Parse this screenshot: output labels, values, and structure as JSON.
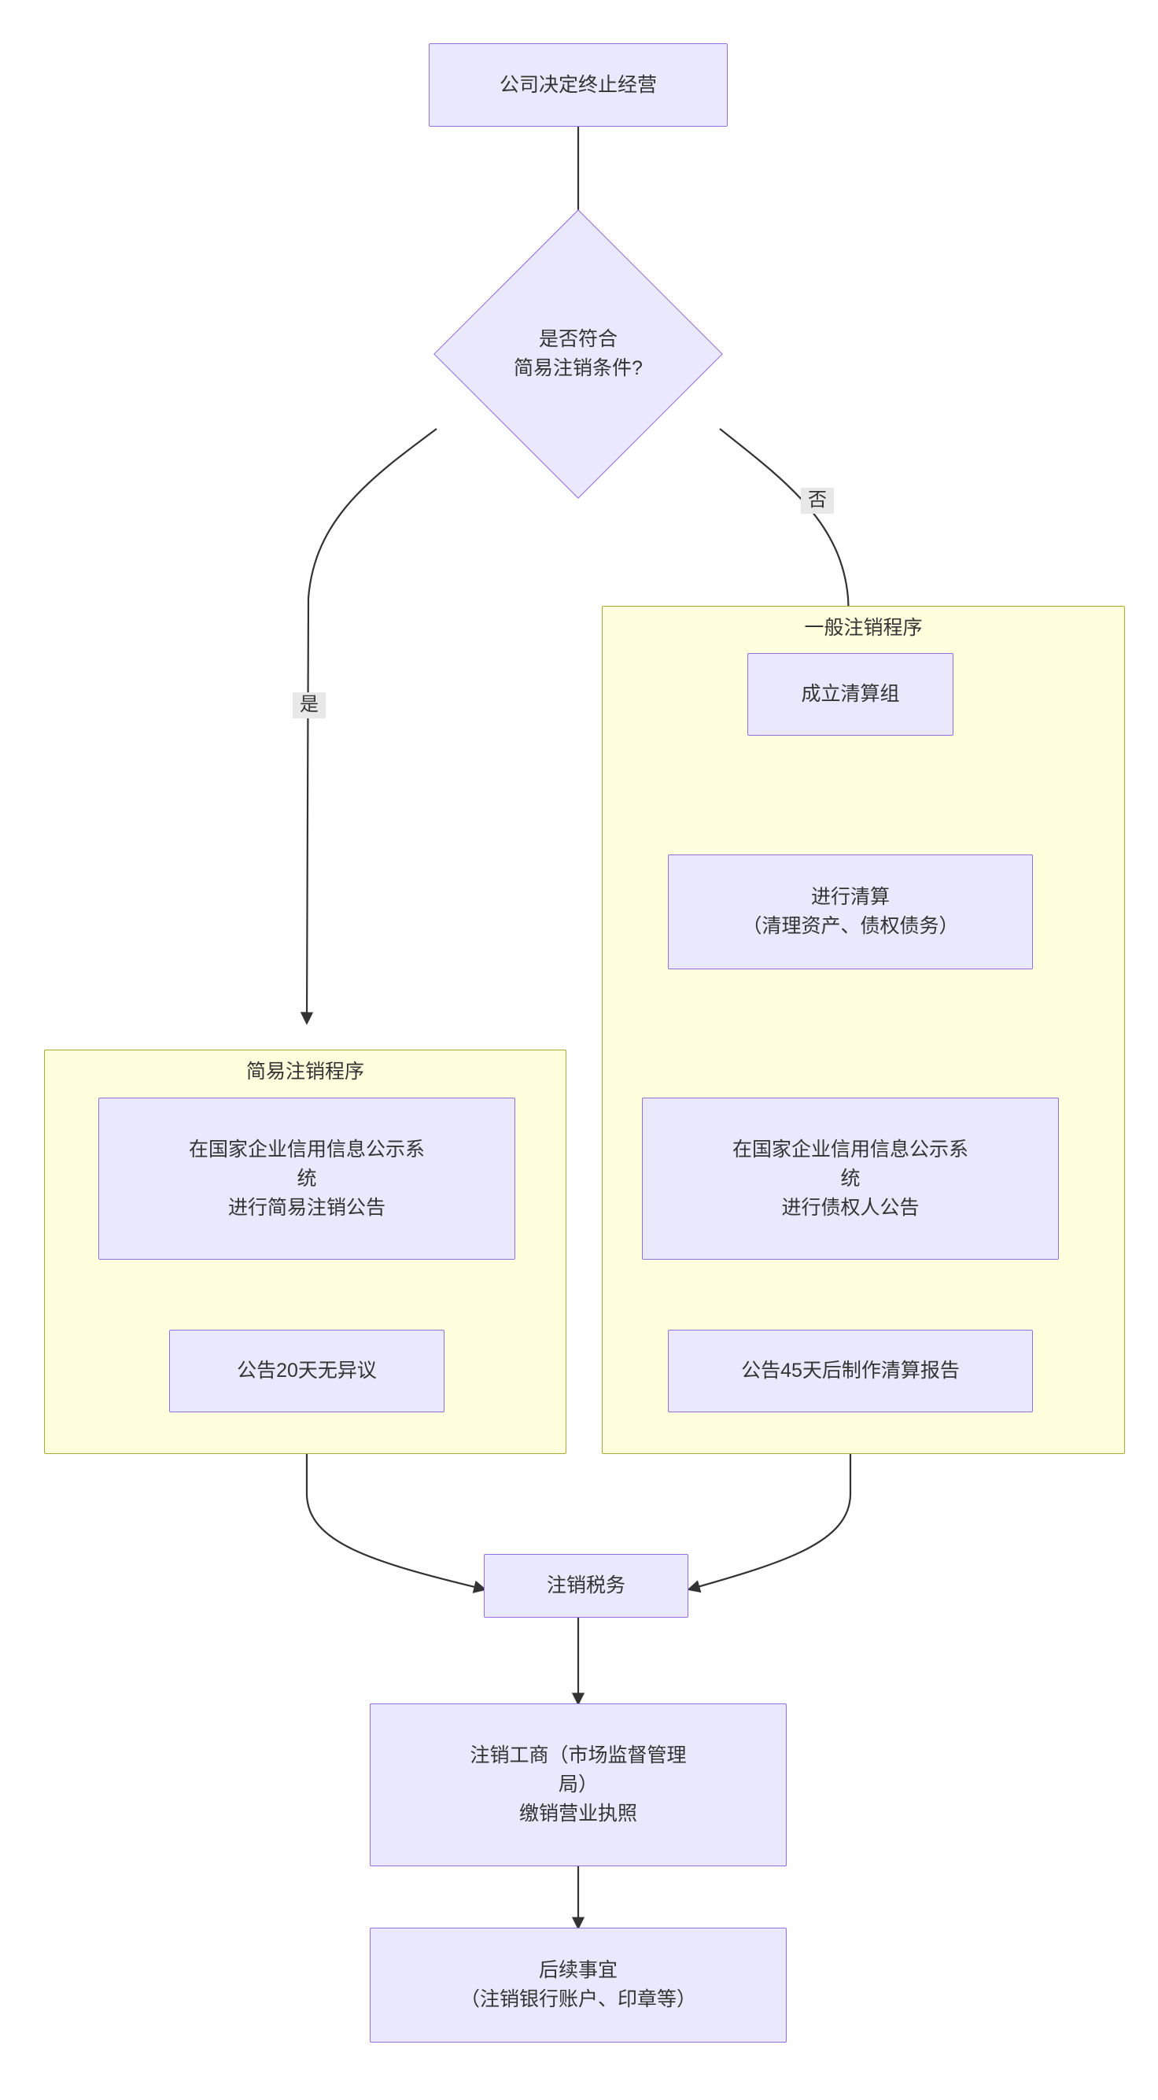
{
  "diagram": {
    "type": "flowchart",
    "orientation": "top-to-bottom",
    "title_text": "",
    "colors": {
      "node_fill": "#e9e8fc",
      "node_stroke": "#9370db",
      "cluster_fill": "#ffffde",
      "cluster_stroke": "#aaaa33",
      "edge_stroke": "#333333",
      "text": "#333333",
      "edge_label_bg": "#e8e8e8"
    },
    "clusters": [
      {
        "id": "simple",
        "title": "简易注销程序"
      },
      {
        "id": "general",
        "title": "一般注销程序"
      }
    ],
    "nodes": [
      {
        "id": "start",
        "shape": "rect",
        "lines": [
          "公司决定终止经营"
        ]
      },
      {
        "id": "decision",
        "shape": "diamond",
        "lines": [
          "是否符合",
          "简易注销条件?"
        ]
      },
      {
        "id": "s1",
        "shape": "rect",
        "lines": [
          "在国家企业信用信息公示系",
          "统",
          "进行简易注销公告"
        ]
      },
      {
        "id": "s2",
        "shape": "rect",
        "lines": [
          "公告20天无异议"
        ]
      },
      {
        "id": "g1",
        "shape": "rect",
        "lines": [
          "成立清算组"
        ]
      },
      {
        "id": "g2",
        "shape": "rect",
        "lines": [
          "进行清算",
          "（清理资产、债权债务）"
        ]
      },
      {
        "id": "g3",
        "shape": "rect",
        "lines": [
          "在国家企业信用信息公示系",
          "统",
          "进行债权人公告"
        ]
      },
      {
        "id": "g4",
        "shape": "rect",
        "lines": [
          "公告45天后制作清算报告"
        ]
      },
      {
        "id": "tax",
        "shape": "rect",
        "lines": [
          "注销税务"
        ]
      },
      {
        "id": "business",
        "shape": "rect",
        "lines": [
          "注销工商（市场监督管理",
          "局）",
          "缴销营业执照"
        ]
      },
      {
        "id": "followup",
        "shape": "rect",
        "lines": [
          "后续事宜",
          "（注销银行账户、印章等）"
        ]
      }
    ],
    "edges": [
      {
        "from": "start",
        "to": "decision",
        "label": ""
      },
      {
        "from": "decision",
        "to": "s1",
        "label": "是"
      },
      {
        "from": "decision",
        "to": "g1",
        "label": "否"
      },
      {
        "from": "s1",
        "to": "s2",
        "label": ""
      },
      {
        "from": "g1",
        "to": "g2",
        "label": ""
      },
      {
        "from": "g2",
        "to": "g3",
        "label": ""
      },
      {
        "from": "g3",
        "to": "g4",
        "label": ""
      },
      {
        "from": "s2",
        "to": "tax",
        "label": ""
      },
      {
        "from": "g4",
        "to": "tax",
        "label": ""
      },
      {
        "from": "tax",
        "to": "business",
        "label": ""
      },
      {
        "from": "business",
        "to": "followup",
        "label": ""
      }
    ],
    "edge_labels": {
      "yes": "是",
      "no": "否"
    }
  }
}
